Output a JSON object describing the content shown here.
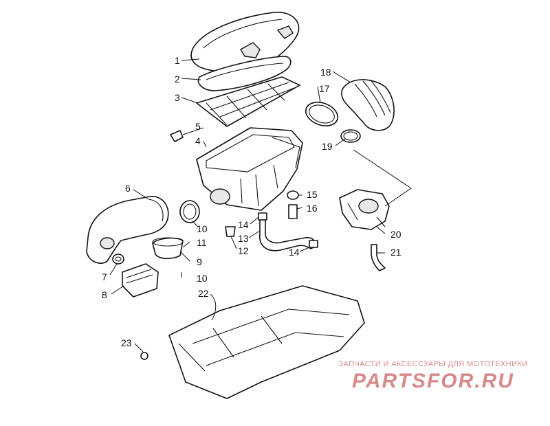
{
  "callouts": [
    "1",
    "2",
    "3",
    "4",
    "5",
    "6",
    "7",
    "8",
    "9",
    "10",
    "11",
    "12",
    "13",
    "14",
    "15",
    "16",
    "17",
    "18",
    "19",
    "20",
    "21",
    "22",
    "23"
  ],
  "callout_extra": {
    "c10b": "10",
    "c14b": "14"
  },
  "watermark": {
    "subtitle": "ЗАПЧАСТИ И АКСЕССУАРЫ ДЛЯ МОТОТЕХНИКИ",
    "brand": "PARTSFOR.RU"
  },
  "colors": {
    "line": "#111111",
    "watermark": "#d88a8a",
    "background": "#ffffff"
  }
}
